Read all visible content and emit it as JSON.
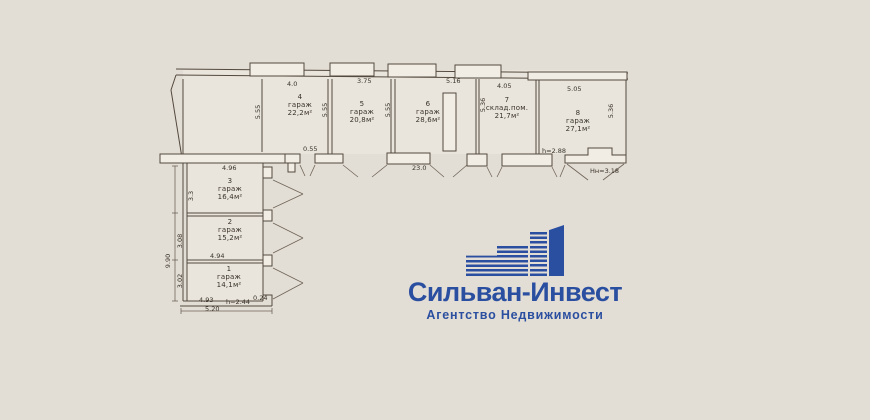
{
  "colors": {
    "background": "#e3ded5",
    "plan_line": "#53493e",
    "plan_text": "#39322a",
    "logo_blue": "#2b4fa0"
  },
  "plan": {
    "rooms": [
      {
        "number": "1",
        "type": "гараж",
        "area": "14,1м²"
      },
      {
        "number": "2",
        "type": "гараж",
        "area": "15,2м²"
      },
      {
        "number": "3",
        "type": "гараж",
        "area": "16,4м²"
      },
      {
        "number": "4",
        "type": "гараж",
        "area": "22,2м²"
      },
      {
        "number": "5",
        "type": "гараж",
        "area": "20,8м²"
      },
      {
        "number": "6",
        "type": "гараж",
        "area": "28,6м²"
      },
      {
        "number": "7",
        "type": "склад.пом.",
        "area": "21,7м²"
      },
      {
        "number": "8",
        "type": "гараж",
        "area": "27,1м²"
      }
    ],
    "dims": [
      "4.0",
      "3.75",
      "5.16",
      "4.05",
      "5.05",
      "5.55",
      "5.55",
      "5.55",
      "5.36",
      "5.36",
      "0.55",
      "23.0",
      "h=2.88",
      "Hн=3.18",
      "4.96",
      "3.3",
      "3.08",
      "9.90",
      "3.02",
      "4.94",
      "4.93",
      "h=2.44",
      "0.24",
      "5.20"
    ]
  },
  "logo": {
    "title": "Сильван-Инвест",
    "subtitle": "Агентство Недвижимости"
  }
}
